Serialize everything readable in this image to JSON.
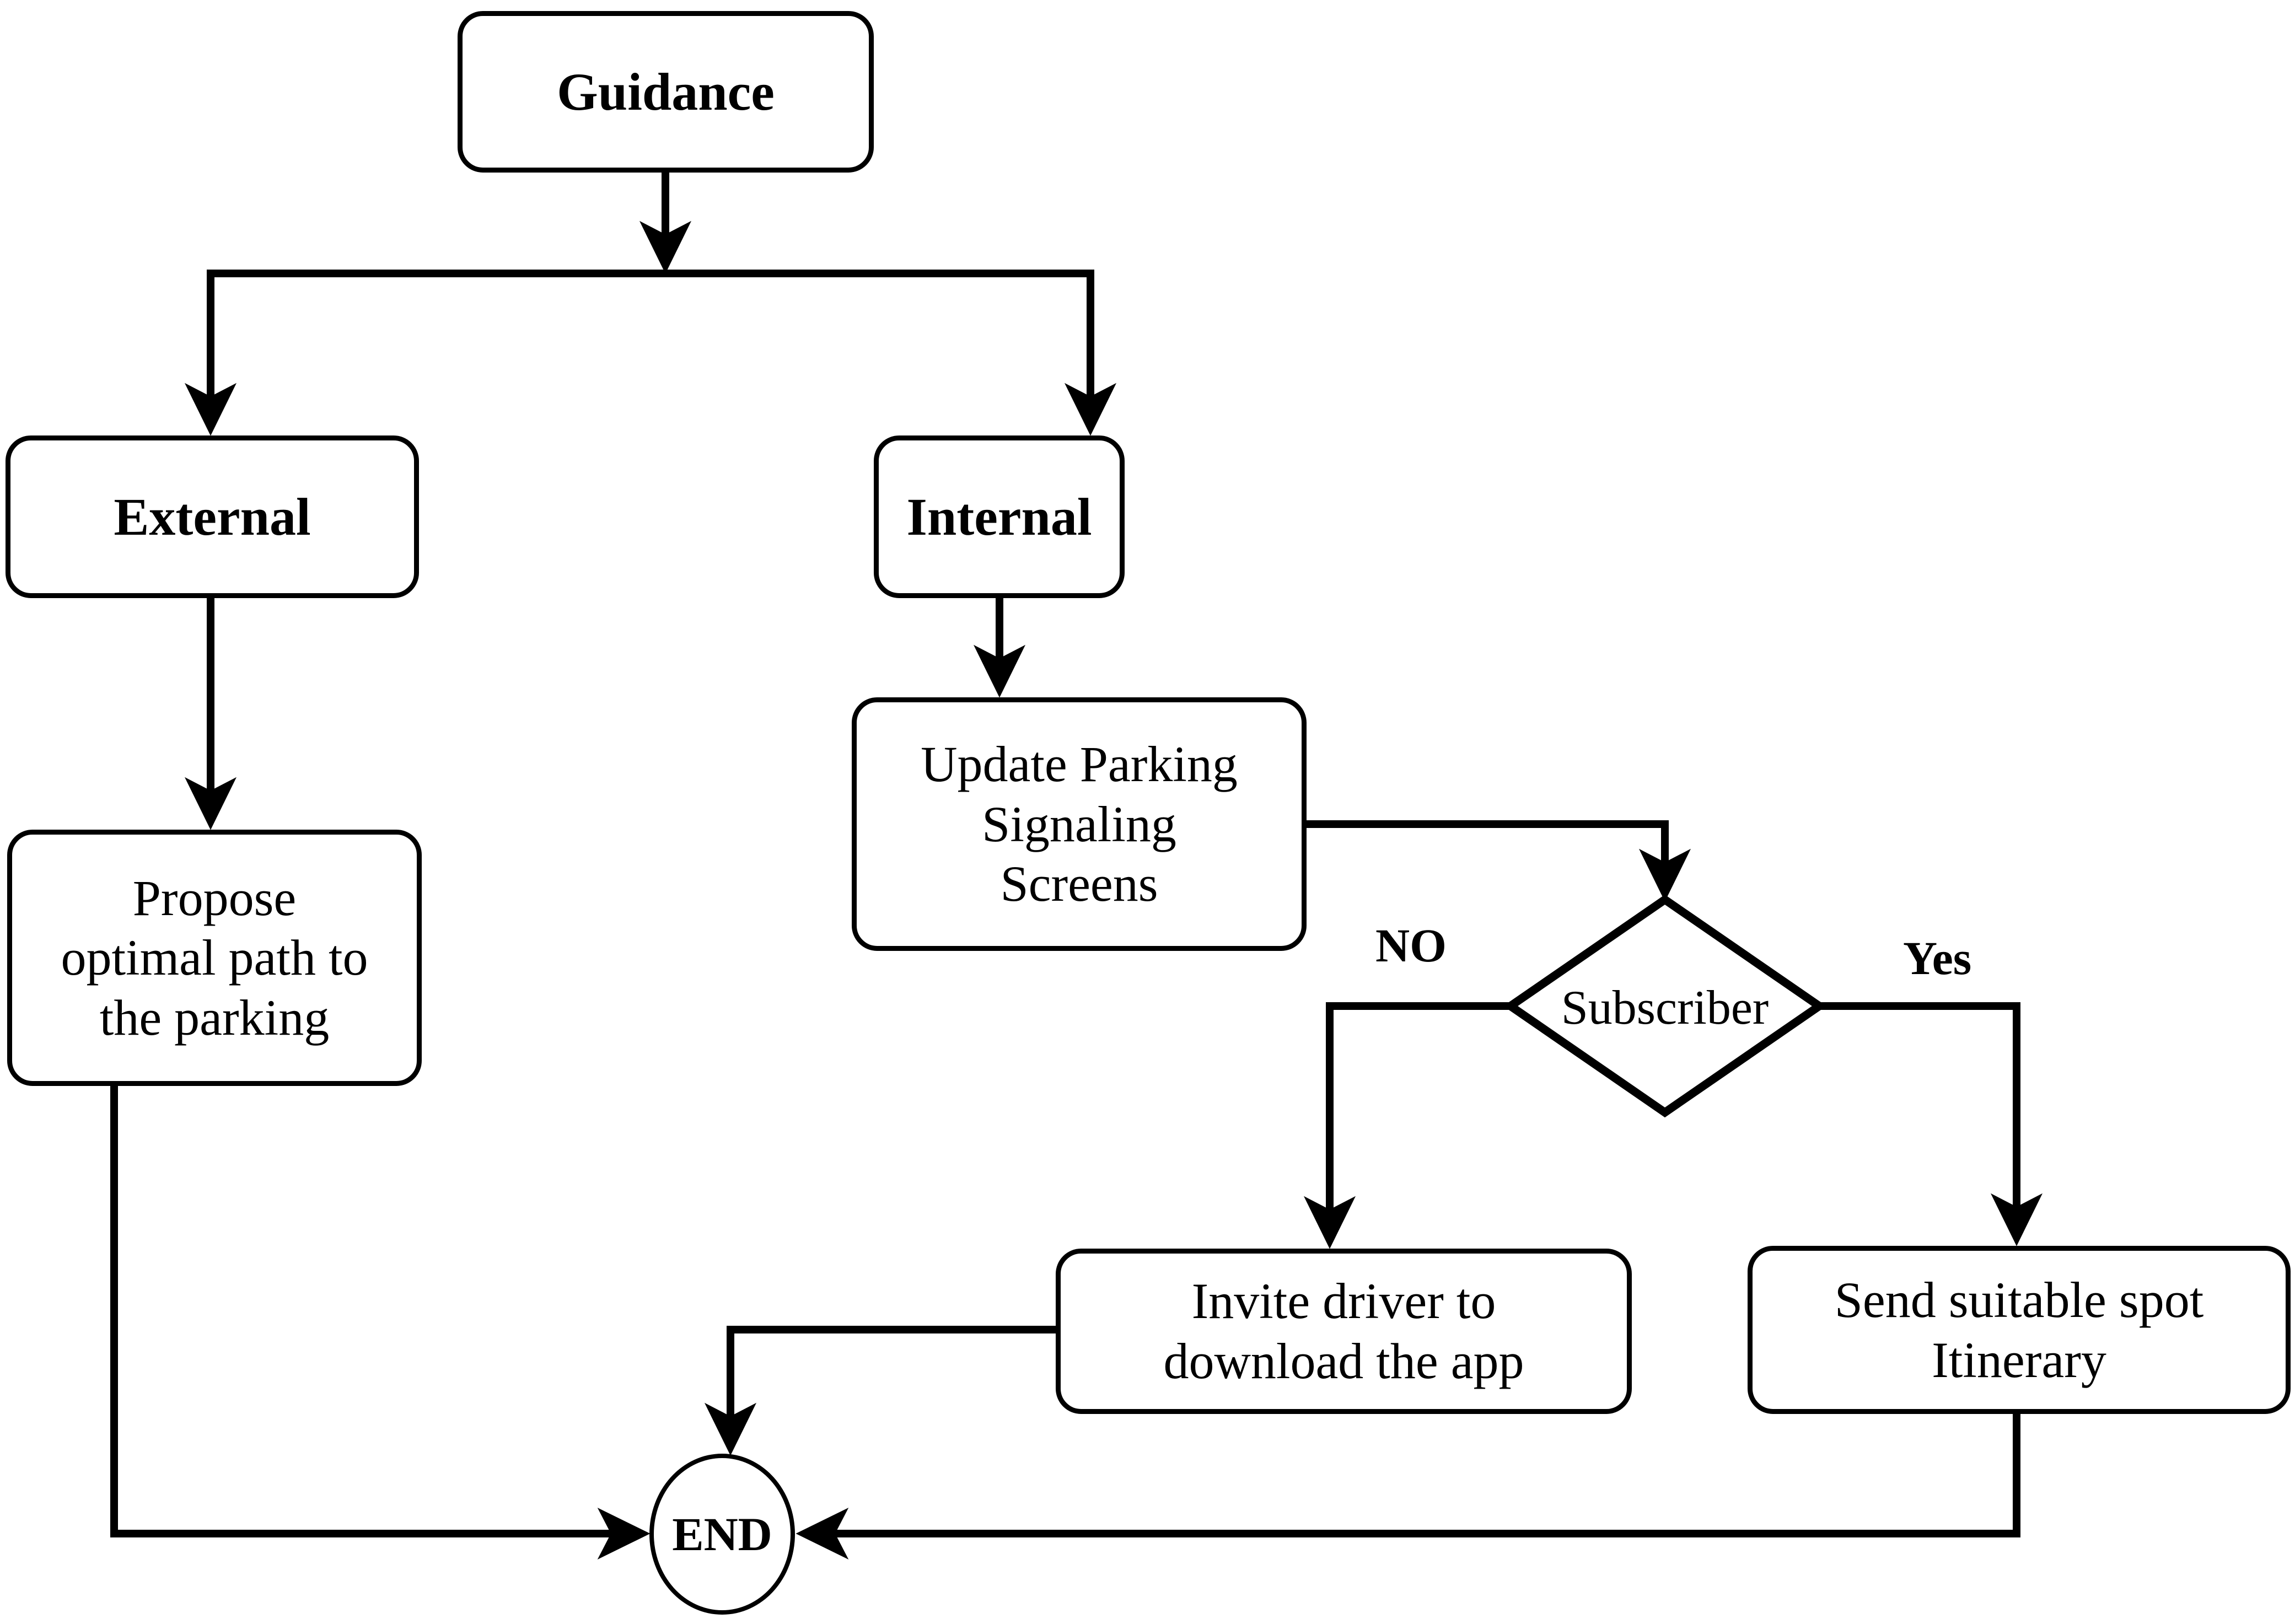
{
  "diagram": {
    "title": "Guidance process flowchart",
    "type": "flowchart",
    "stroke_color": "#000000",
    "background_color": "#ffffff"
  },
  "nodes": {
    "guidance": {
      "label": "Guidance",
      "shape": "rounded-rectangle",
      "emphasis": "bold"
    },
    "external": {
      "label": "External",
      "shape": "rounded-rectangle",
      "emphasis": "bold"
    },
    "internal": {
      "label": "Internal",
      "shape": "rounded-rectangle",
      "emphasis": "bold"
    },
    "propose_path": {
      "shape": "rounded-rectangle",
      "emphasis": "regular",
      "lines": [
        "Propose",
        "optimal path to",
        "the parking"
      ]
    },
    "update_screens": {
      "shape": "rounded-rectangle",
      "emphasis": "regular",
      "lines": [
        "Update Parking",
        "Signaling",
        "Screens"
      ]
    },
    "subscriber": {
      "label": "Subscriber",
      "shape": "diamond",
      "emphasis": "regular"
    },
    "invite_driver": {
      "shape": "rounded-rectangle",
      "emphasis": "regular",
      "lines": [
        "Invite driver to",
        "download the app"
      ]
    },
    "send_itinerary": {
      "shape": "rounded-rectangle",
      "emphasis": "regular",
      "lines": [
        "Send suitable spot",
        "Itinerary"
      ]
    },
    "end": {
      "label": "END",
      "shape": "ellipse",
      "emphasis": "bold"
    }
  },
  "edge_labels": {
    "no": "NO",
    "yes": "Yes"
  },
  "edges": [
    {
      "from": "guidance",
      "to": "external",
      "label": ""
    },
    {
      "from": "guidance",
      "to": "internal",
      "label": ""
    },
    {
      "from": "external",
      "to": "propose_path",
      "label": ""
    },
    {
      "from": "internal",
      "to": "update_screens",
      "label": ""
    },
    {
      "from": "update_screens",
      "to": "subscriber",
      "label": ""
    },
    {
      "from": "subscriber",
      "to": "invite_driver",
      "label": "NO"
    },
    {
      "from": "subscriber",
      "to": "send_itinerary",
      "label": "Yes"
    },
    {
      "from": "propose_path",
      "to": "end",
      "label": ""
    },
    {
      "from": "invite_driver",
      "to": "end",
      "label": ""
    },
    {
      "from": "send_itinerary",
      "to": "end",
      "label": ""
    }
  ]
}
